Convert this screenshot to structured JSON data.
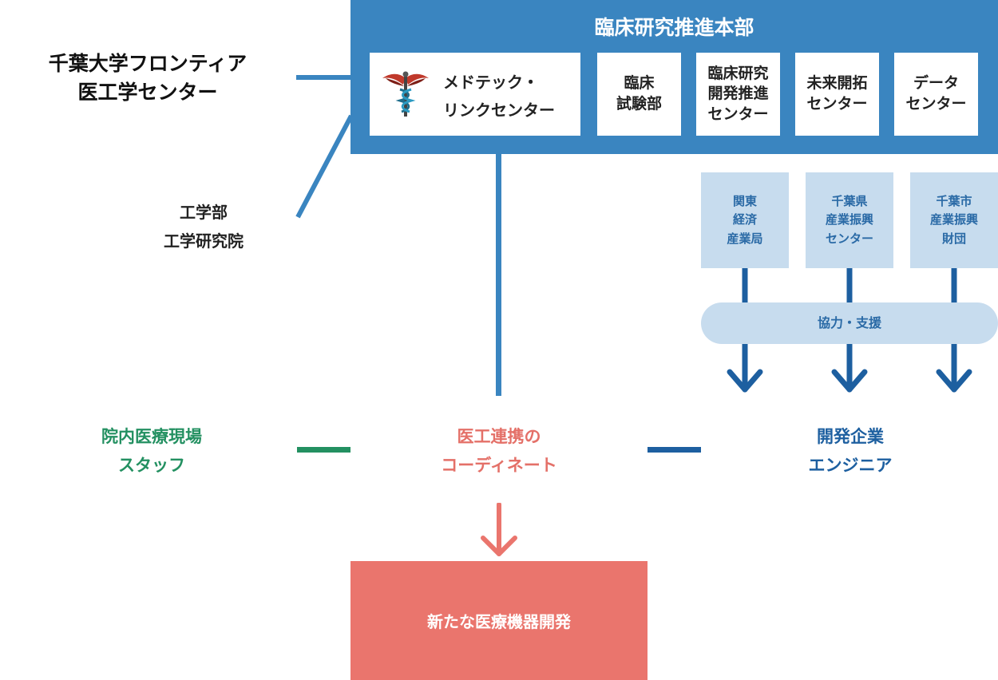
{
  "hq": {
    "title": "臨床研究推進本部",
    "units": [
      {
        "line1": "メドテック・",
        "line2": "リンクセンター",
        "icon": "caduceus-icon"
      },
      {
        "line1": "臨床",
        "line2": "試験部"
      },
      {
        "line1": "臨床研究",
        "line2": "開発推進",
        "line3": "センター"
      },
      {
        "line1": "未来開拓",
        "line2": "センター"
      },
      {
        "line1": "データ",
        "line2": "センター"
      }
    ]
  },
  "frontier": {
    "line1": "千葉大学フロンティア",
    "line2": "医工学センター"
  },
  "engineering": {
    "line1": "工学部",
    "line2": "工学研究院"
  },
  "supporters": [
    {
      "line1": "関東",
      "line2": "経済",
      "line3": "産業局"
    },
    {
      "line1": "千葉県",
      "line2": "産業振興",
      "line3": "センター"
    },
    {
      "line1": "千葉市",
      "line2": "産業振興",
      "line3": "財団"
    }
  ],
  "cooperation": "協力・支援",
  "staff": {
    "line1": "院内医療現場",
    "line2": "スタッフ"
  },
  "coordinate": {
    "line1": "医工連携の",
    "line2": "コーディネート"
  },
  "companies": {
    "line1": "開発企業",
    "line2": "エンジニア"
  },
  "result": "新たな医療機器開発",
  "colors": {
    "hq": "#3a85c0",
    "support": "#c7dcee",
    "green": "#239061",
    "coral": "#e47068",
    "navy": "#1d5fa0",
    "result": "#ea756d"
  }
}
